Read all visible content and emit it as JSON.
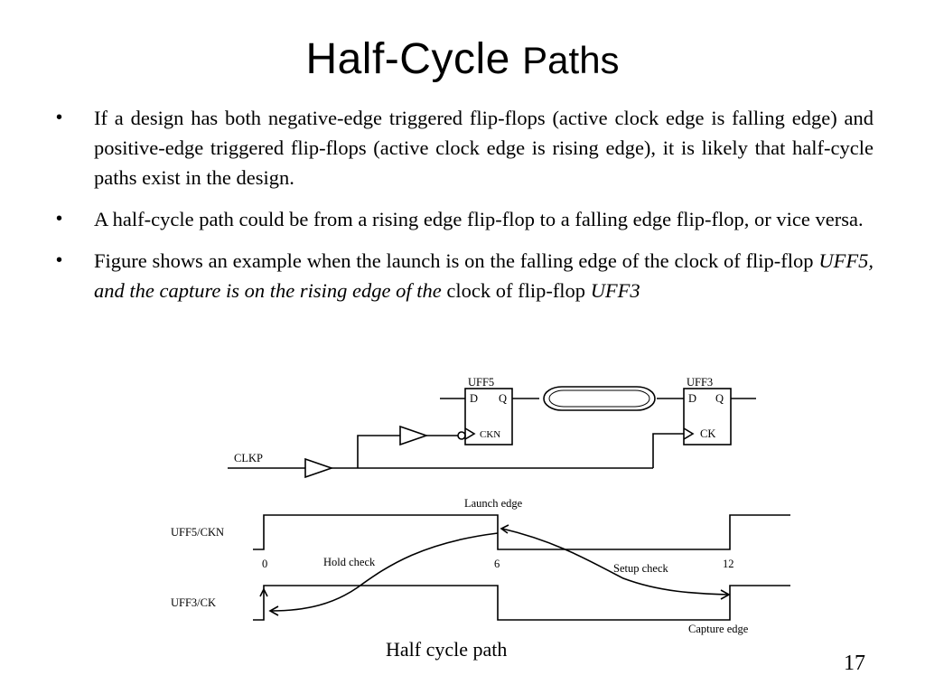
{
  "slide": {
    "title_part1": "Half-Cycle",
    "title_part2": "Paths",
    "bullets": [
      {
        "parts": [
          {
            "text": "If a design has both negative-edge triggered flip-flops (active clock edge is falling edge) and positive-edge triggered flip-flops (active clock edge is rising edge), it is likely that half-cycle paths exist in the design.",
            "italic": false
          }
        ]
      },
      {
        "parts": [
          {
            "text": " A half-cycle path could be from a rising edge flip-flop to a falling edge flip-flop, or vice versa.",
            "italic": false
          }
        ]
      },
      {
        "parts": [
          {
            "text": "Figure  shows an example when the launch is on the falling edge of the clock of flip-flop ",
            "italic": false
          },
          {
            "text": "UFF5, and the capture is on the rising edge of the",
            "italic": true
          },
          {
            "text": " clock of flip-flop ",
            "italic": false
          },
          {
            "text": "UFF3",
            "italic": true
          }
        ]
      }
    ],
    "bullet_symbol": "•",
    "caption": "Half cycle path",
    "page_number": "17"
  },
  "diagram": {
    "ff_left": {
      "name": "UFF5",
      "d_pin": "D",
      "q_pin": "Q",
      "clk_pin": "CKN"
    },
    "ff_right": {
      "name": "UFF3",
      "d_pin": "D",
      "q_pin": "Q",
      "clk_pin": "CK"
    },
    "clock_input": "CLKP",
    "waveform": {
      "signal_top": "UFF5/CKN",
      "signal_bottom": "UFF3/CK",
      "launch_label": "Launch edge",
      "capture_label": "Capture edge",
      "hold_label": "Hold check",
      "setup_label": "Setup check",
      "time_marks": [
        "0",
        "6",
        "12"
      ]
    }
  }
}
